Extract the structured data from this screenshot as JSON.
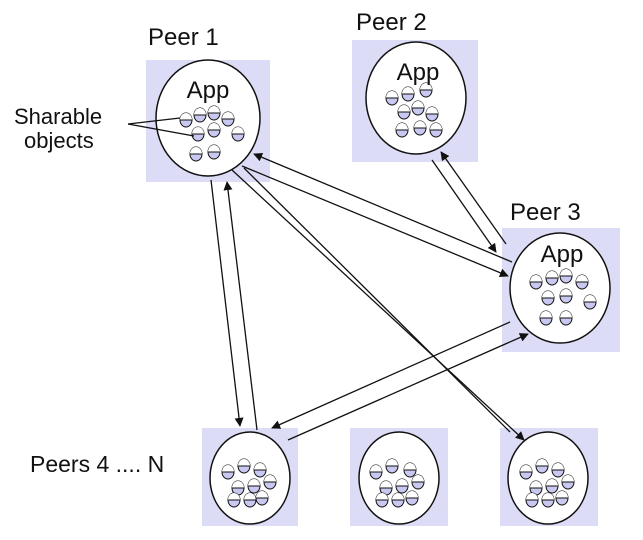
{
  "peers": {
    "peer1": {
      "label": "Peer 1",
      "app": "App"
    },
    "peer2": {
      "label": "Peer 2",
      "app": "App"
    },
    "peer3": {
      "label": "Peer 3",
      "app": "App"
    },
    "peers_rest": {
      "label": "Peers 4 .... N"
    }
  },
  "annotation": {
    "line1": "Sharable",
    "line2": "objects"
  },
  "colors": {
    "box_fill": "#dcdcf6",
    "object_fill": "#c8c8f0",
    "stroke": "#111111"
  }
}
